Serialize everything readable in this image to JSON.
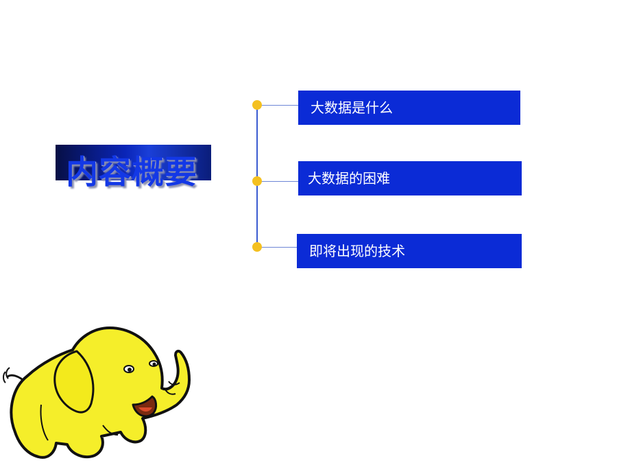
{
  "slide": {
    "title": "内容概要",
    "items": [
      {
        "label": "大数据是什么"
      },
      {
        "label": "大数据的困难"
      },
      {
        "label": "即将出现的技术"
      }
    ],
    "colors": {
      "box": "#0b2bd6",
      "dot": "#f4c020",
      "connector": "#3a5bd0",
      "elephant": "#f5ee2a"
    },
    "image": "hadoop-elephant-mascot"
  }
}
